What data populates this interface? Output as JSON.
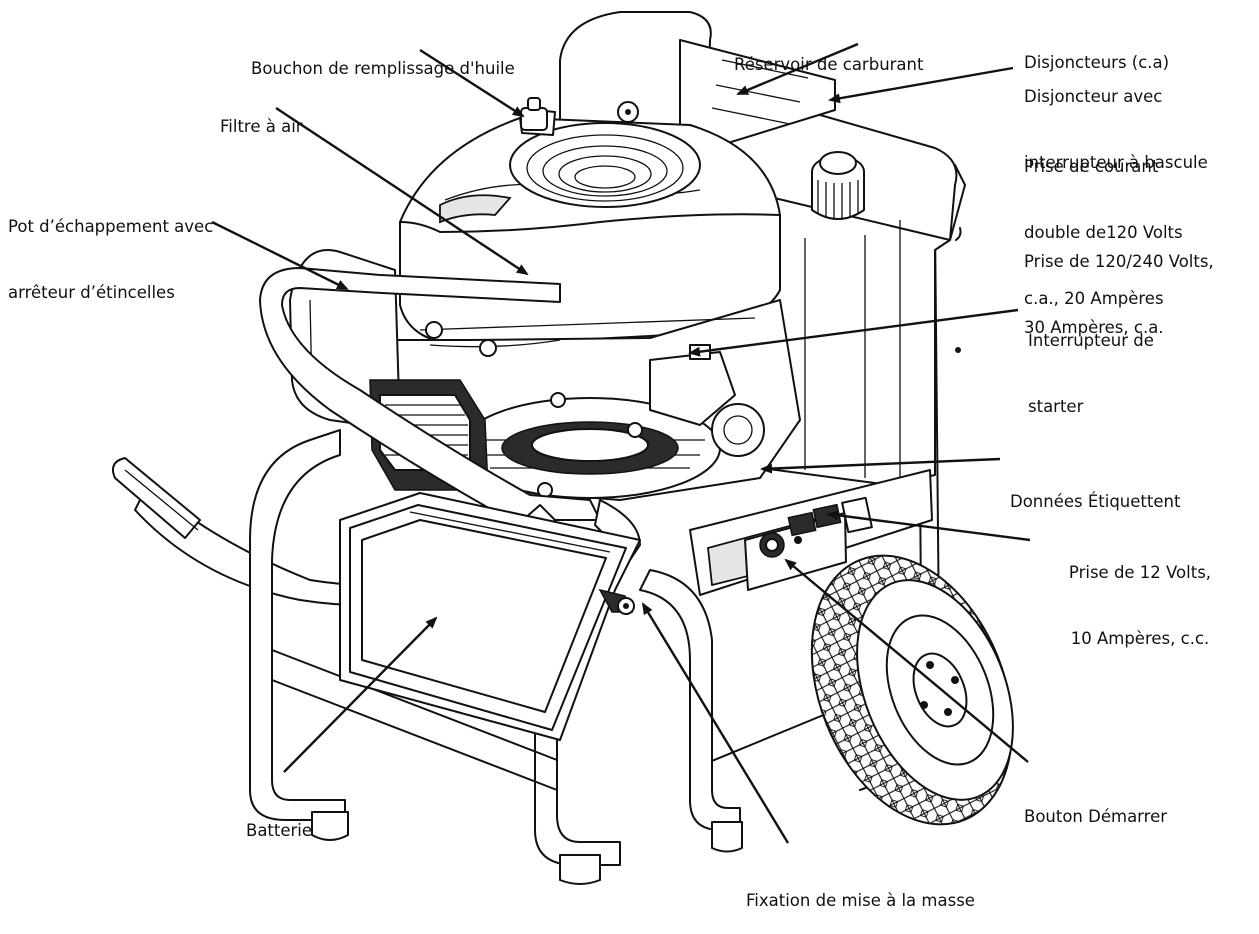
{
  "labels": {
    "oil_fill_cap": "Bouchon de remplissage d'huile",
    "fuel_tank": "Réservoir de carburant",
    "breakers": "Disjoncteurs (c.a)",
    "breaker_switch": [
      "Disjoncteur avec",
      "interrupteur à bascule"
    ],
    "duplex_outlet": [
      "Prise de courant",
      "double de120 Volts",
      "c.a., 20 Ampères"
    ],
    "outlet_240": [
      "Prise de 120/240 Volts,",
      "30 Ampères, c.a."
    ],
    "air_filter": "Filtre à air",
    "muffler": [
      "Pot d’échappement avec",
      "arrêteur d’étincelles"
    ],
    "choke_switch": [
      "Interrupteur de",
      "starter"
    ],
    "data_label": "Données Étiquettent",
    "dc_outlet": [
      "Prise de 12 Volts,",
      "10 Ampères, c.c."
    ],
    "start_button": "Bouton Démarrer",
    "battery": "Batterie",
    "ground_fixture": "Fixation de mise à la masse"
  },
  "colors": {
    "ink": "#111111",
    "background": "#ffffff",
    "panel_fill": "#e6e6e6",
    "dark_part": "#2b2b2b"
  }
}
